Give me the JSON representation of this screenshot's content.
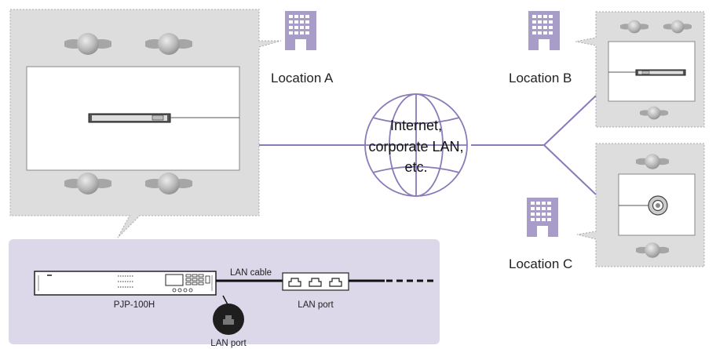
{
  "locations": {
    "a": "Location A",
    "b": "Location B",
    "c": "Location C"
  },
  "network": {
    "line1": "Internet,",
    "line2": "corporate LAN,",
    "line3": "etc."
  },
  "detail": {
    "device_label": "PJP-100H",
    "cable_label": "LAN cable",
    "hub_port_label": "LAN port",
    "device_port_label": "LAN port"
  },
  "colors": {
    "accent": "#8a7ab8",
    "panel_fill": "#dddddd",
    "panel_border": "#aaaaaa",
    "detail_fill": "#dcd8ea",
    "building": "#a89cc8",
    "mic": "#a8a8a8"
  },
  "icons": {
    "building": "building-icon",
    "globe": "globe-icon",
    "microphone": "microphone-icon",
    "speaker": "ceiling-speaker-icon",
    "device": "device-icon",
    "hub": "lan-hub-icon",
    "port": "lan-port-icon"
  }
}
